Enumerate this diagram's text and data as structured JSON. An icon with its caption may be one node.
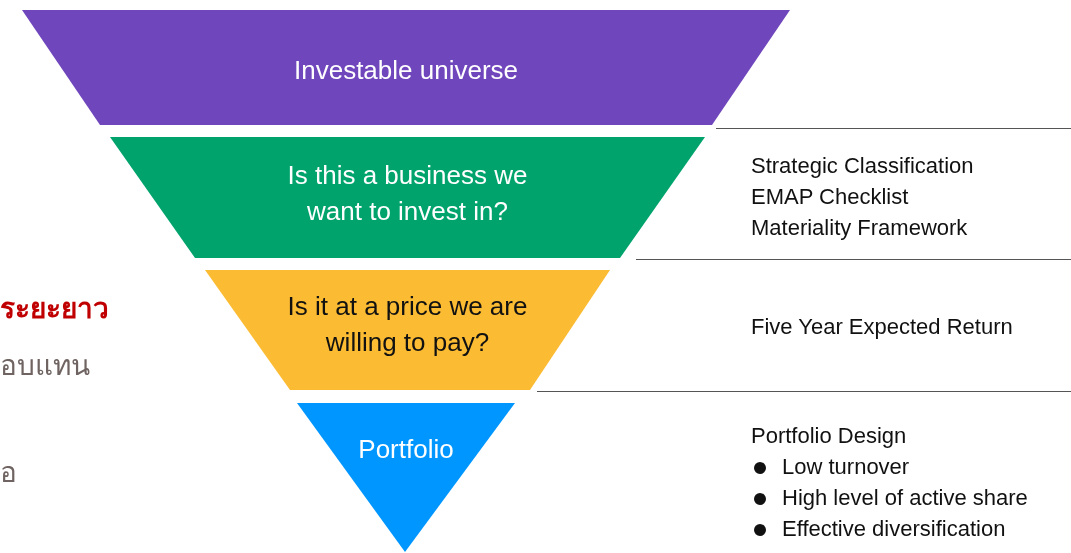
{
  "diagram": {
    "nodes": [
      {
        "text": [
          "Investable universe"
        ]
      },
      {
        "text": [
          "Is this a business we want to invest in?"
        ]
      },
      {
        "text": [
          "Is it at a price we are willing to pay?"
        ]
      },
      {
        "text": [
          "Portfolio"
        ]
      }
    ],
    "labels": [
      "Strategic Classification",
      "EMAP Checklist",
      "Materiality Framework",
      "ระยะยาว",
      "Five Year Expected Return",
      "อบแทน",
      "Portfolio Design",
      "อ",
      "Low turnover",
      "High level of active share",
      "Effective diversification"
    ]
  }
}
